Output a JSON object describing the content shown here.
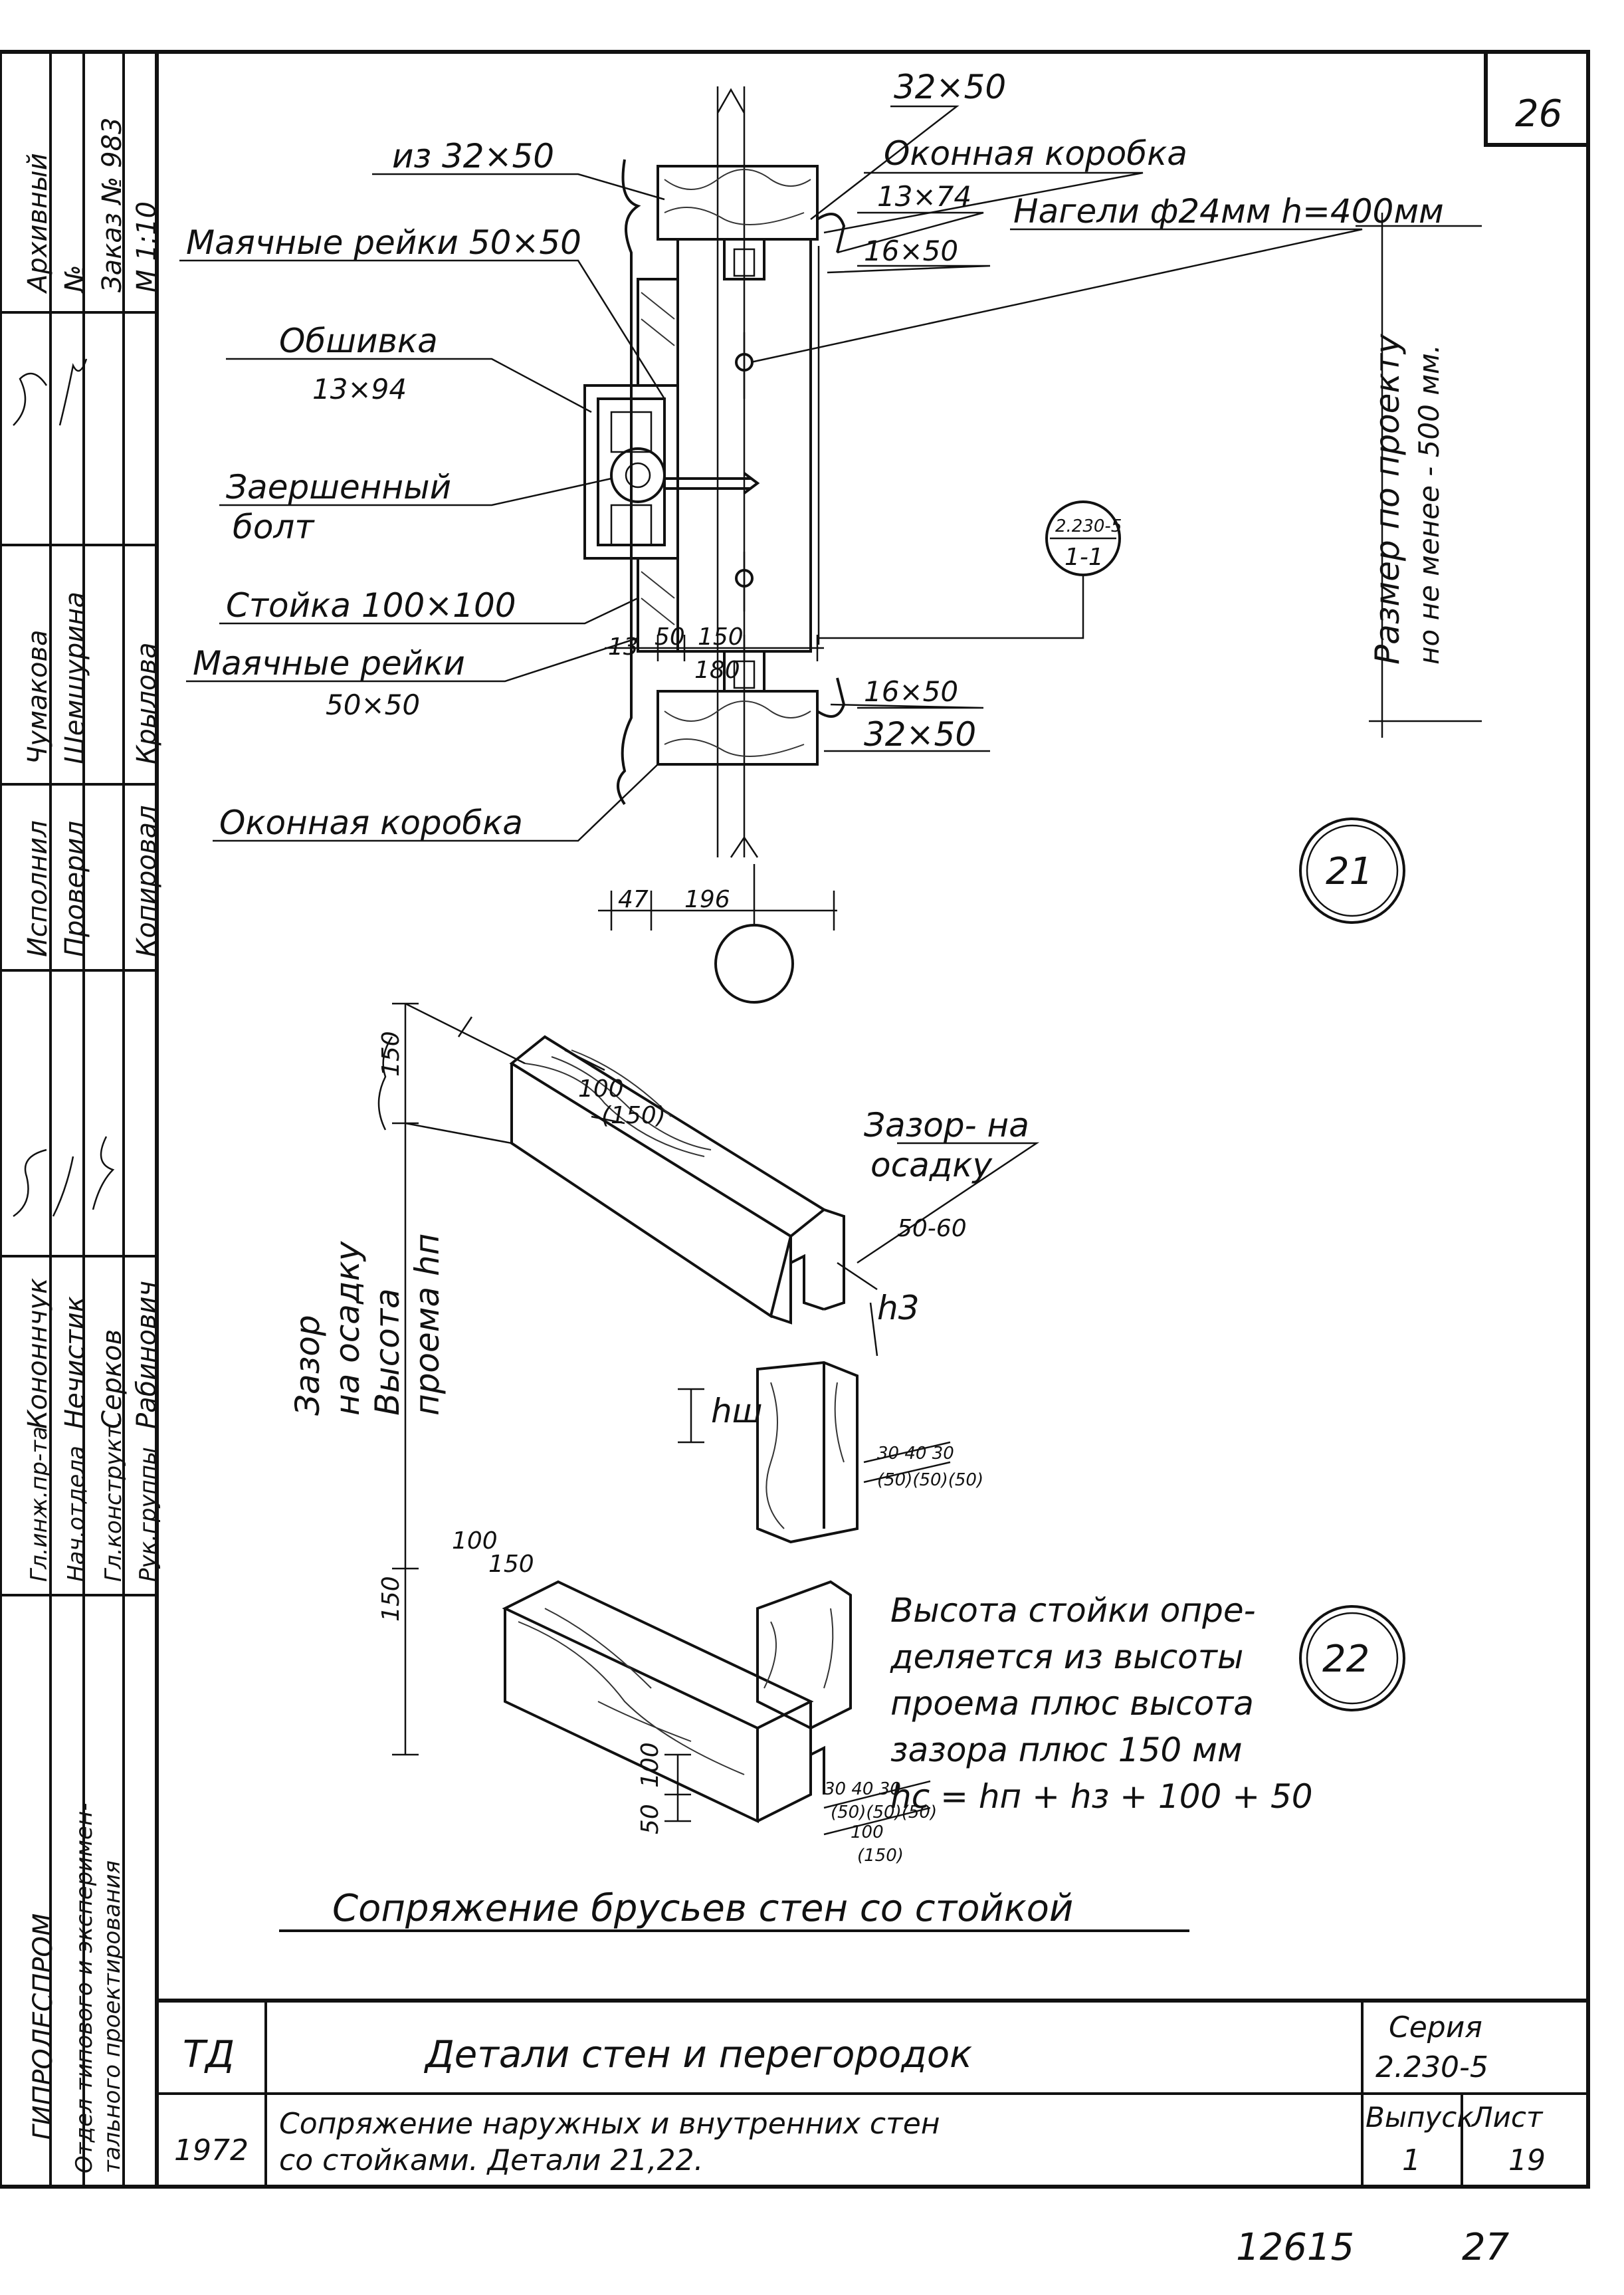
{
  "sheet": {
    "page_number": "26",
    "bottom_numbers": [
      "12615",
      "27"
    ]
  },
  "side_stamp": {
    "org": "ГИПРОЛЕСПРОМ",
    "dept_line1": "Отдел типового и эксперимен-",
    "dept_line2": "тального проектирования",
    "rows": [
      {
        "role": "Гл.инж.пр-та",
        "name": "Кононнчук",
        "cap": "Исполнил",
        "person": "Чумакова",
        "col5": "Архивный"
      },
      {
        "role": "Нач.отдела",
        "name": "Нечистик",
        "cap": "Проверил",
        "person": "Шемшурина",
        "col5": "№"
      },
      {
        "role": "Гл.конструкт.",
        "name": "Серков",
        "cap": "",
        "person": "",
        "col5": "Заказ № 983"
      },
      {
        "role": "Рук.группы",
        "name": "Рабинович",
        "cap": "Копировал",
        "person": "Крылова",
        "col5": "М 1:10"
      }
    ]
  },
  "detail21": {
    "number": "21",
    "callout_top": "2.230-5",
    "callout_bottom": "1-1",
    "labels": {
      "iz": "из 32×50",
      "b32_top": "32×50",
      "frame_top": "Оконная коробка",
      "b13_74": "13×74",
      "b16_top": "16×50",
      "rails_top": "Маячные рейки 50×50",
      "dowels": "Нагели ф24мм h=400мм",
      "sheathing": "Обшивка",
      "sheathing_size": "13×94",
      "bolt1": "Заершенный",
      "bolt2": "болт",
      "post": "Стойка 100×100",
      "rails_bottom1": "Маячные рейки",
      "rails_bottom2": "50×50",
      "b16_bottom": "16×50",
      "b32_bottom": "32×50",
      "frame_bottom": "Оконная коробка",
      "design_size1": "Размер по проекту",
      "design_size2": "но не менее - 500 мм."
    },
    "dims": {
      "d13": "13",
      "d50": "50",
      "d150": "150",
      "d180": "180",
      "d47": "47",
      "d196": "196"
    }
  },
  "detail22": {
    "number": "22",
    "labels": {
      "gap_top1": "Зазор- на",
      "gap_top2": "осадку",
      "gap_range": "50-60",
      "h3": "h3",
      "hw": "hш",
      "vert1": "Зазор",
      "vert2": "на осадку",
      "vert3": "Высота",
      "vert4": "проема hп"
    },
    "dims": {
      "d150_a": "150",
      "d100_a": "100",
      "d150p_a": "(150)",
      "d150_b": "150",
      "d100_b": "100",
      "d150p_b": "150",
      "d100_v": "100",
      "d50_v": "50",
      "small_a": "30 40 30",
      "small_a2": "(50)(50)(50)",
      "small_b": "30 40 30",
      "small_b2": "(50)(50)(50)",
      "small_b3": "100",
      "small_b4": "(150)"
    },
    "note": [
      "Высота стойки опре-",
      "деляется из высоты",
      "проема плюс высота",
      "зазора плюс 150 мм",
      "hс = hп + hз + 100 + 50"
    ],
    "caption": "Сопряжение брусьев стен со стойкой"
  },
  "title_block": {
    "code": "ТД",
    "year": "1972",
    "title": "Детали стен и перегородок",
    "subtitle1": "Сопряжение наружных и внутренних стен",
    "subtitle2": "со стойками. Детали 21,22.",
    "series_label": "Серия",
    "series_value": "2.230-5",
    "issue_label": "Выпуск",
    "issue_value": "1",
    "sheet_label": "Лист",
    "sheet_value": "19"
  }
}
